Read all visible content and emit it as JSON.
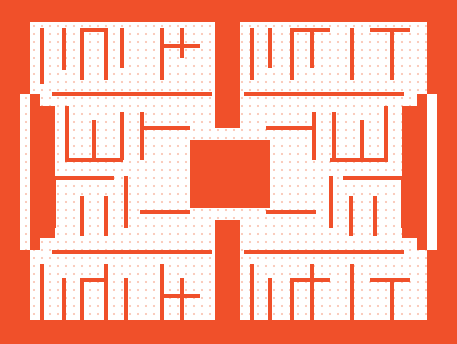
{
  "board": {
    "name": "maze-board",
    "cols": 34,
    "rows": 26
  },
  "palette": {
    "wall": "#f0502a",
    "cell": "#ffffff",
    "dot": "#f9c7b6",
    "highlight": "#ffffff"
  },
  "maze": {
    "has_center_box": true,
    "center_box_style": "solid-wall",
    "has_vertical_wall_top_center": true,
    "has_vertical_wall_bottom_center": true,
    "has_side_openings": true
  }
}
